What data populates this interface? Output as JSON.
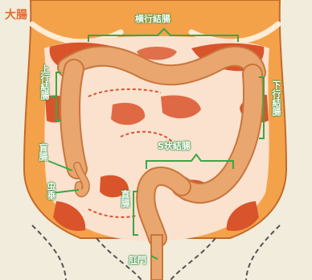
{
  "title": "大腸",
  "labels": {
    "transverse": "横行結腸",
    "ascending": "上行結腸",
    "descending": "下行結腸",
    "cecum": "盲腸",
    "appendix": "虫垂",
    "sigmoid": "S状結腸",
    "rectum": "直腸",
    "anus": "肛門"
  },
  "colors": {
    "background": "#f2ecdc",
    "body": "#f4a24a",
    "muscle": "#d9542b",
    "colon": "#e9a66e",
    "colon_edge": "#c8763c",
    "bracket": "#3aa647",
    "accent": "#e46a2c"
  }
}
